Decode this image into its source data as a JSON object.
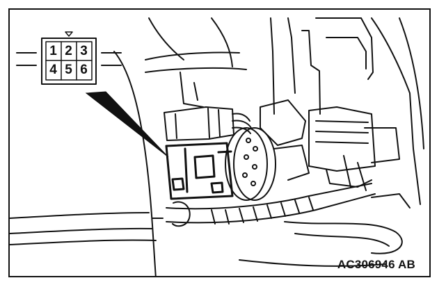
{
  "connector_pins": [
    "1",
    "2",
    "3",
    "4",
    "5",
    "6"
  ],
  "figure_code": "AC306946 AB"
}
